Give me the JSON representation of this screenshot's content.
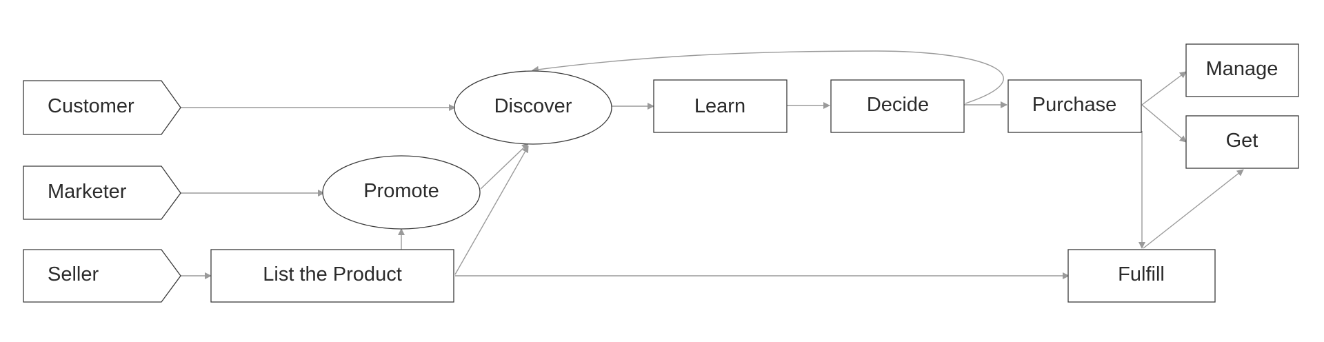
{
  "diagram": {
    "actors": {
      "customer": "Customer",
      "marketer": "Marketer",
      "seller": "Seller"
    },
    "steps": {
      "discover": "Discover",
      "promote": "Promote",
      "list_product": "List the Product",
      "learn": "Learn",
      "decide": "Decide",
      "purchase": "Purchase",
      "manage": "Manage",
      "get": "Get",
      "fulfill": "Fulfill"
    }
  },
  "colors": {
    "node_stroke": "#3a3a3a",
    "edge_stroke": "#9a9a9a",
    "text": "#2b2b2b",
    "background": "#ffffff"
  }
}
